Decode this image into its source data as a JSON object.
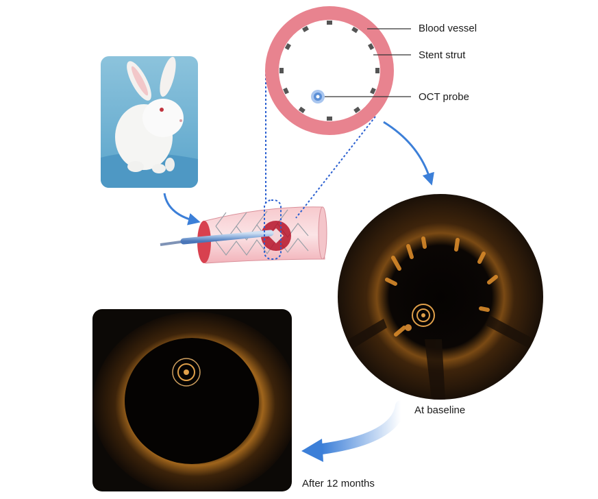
{
  "labels": {
    "blood_vessel": "Blood vessel",
    "stent_strut": "Stent strut",
    "oct_probe": "OCT probe",
    "at_baseline": "At baseline",
    "after_12_months": "After 12 months"
  },
  "colors": {
    "vessel_ring": "#e8838f",
    "stent_strut": "#555555",
    "probe": "#5b8fd6",
    "arrow": "#3c7fd8",
    "dotted_zoom": "#2a5fd0",
    "oct_background": "#0c0906",
    "oct_signal": "#d98a2a"
  },
  "icons": {
    "animal": "rabbit-photo",
    "catheter": "oct-catheter-in-stented-vessel"
  }
}
